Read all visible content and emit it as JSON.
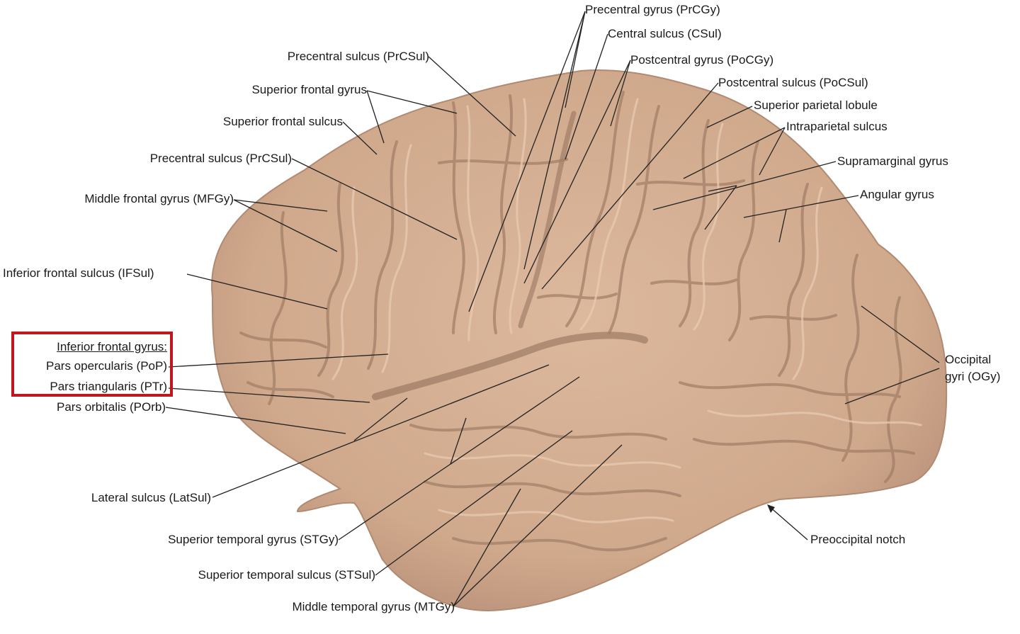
{
  "colors": {
    "brain_fill": "#d6b196",
    "brain_shadow": "#a8826a",
    "gyri_highlight": "#e6c7ad",
    "leader_line": "#222222",
    "highlight_box": "#c0161c"
  },
  "labels": {
    "precentral_gyrus": "Precentral gyrus (PrCGy)",
    "central_sulcus": "Central sulcus (CSul)",
    "precentral_sulcus_top": "Precentral sulcus (PrCSul)",
    "postcentral_gyrus": "Postcentral gyrus (PoCGy)",
    "postcentral_sulcus": "Postcentral sulcus (PoCSul)",
    "superior_frontal_gyrus": "Superior frontal gyrus",
    "superior_parietal_lobule": "Superior parietal lobule",
    "superior_frontal_sulcus": "Superior frontal sulcus",
    "intraparietal_sulcus": "Intraparietal sulcus",
    "precentral_sulcus_mid": "Precentral sulcus (PrCSul)",
    "supramarginal_gyrus": "Supramarginal gyrus",
    "middle_frontal_gyrus": "Middle frontal gyrus (MFGy)",
    "angular_gyrus": "Angular gyrus",
    "inferior_frontal_sulcus": "Inferior frontal sulcus (IFSul)",
    "inferior_frontal_gyrus": "Inferior frontal gyrus:",
    "pars_opercularis": "Pars opercularis (PoP)",
    "pars_triangularis": "Pars triangularis (PTr)",
    "pars_orbitalis": "Pars orbitalis (POrb)",
    "occipital_gyri_line1": "Occipital",
    "occipital_gyri_line2": "gyri (OGy)",
    "lateral_sulcus": "Lateral sulcus (LatSul)",
    "superior_temporal_gyrus": "Superior temporal gyrus (STGy)",
    "preoccipital_notch": "Preoccipital notch",
    "superior_temporal_sulcus": "Superior temporal sulcus (STSul)",
    "middle_temporal_gyrus": "Middle temporal gyrus (MTGy)"
  }
}
